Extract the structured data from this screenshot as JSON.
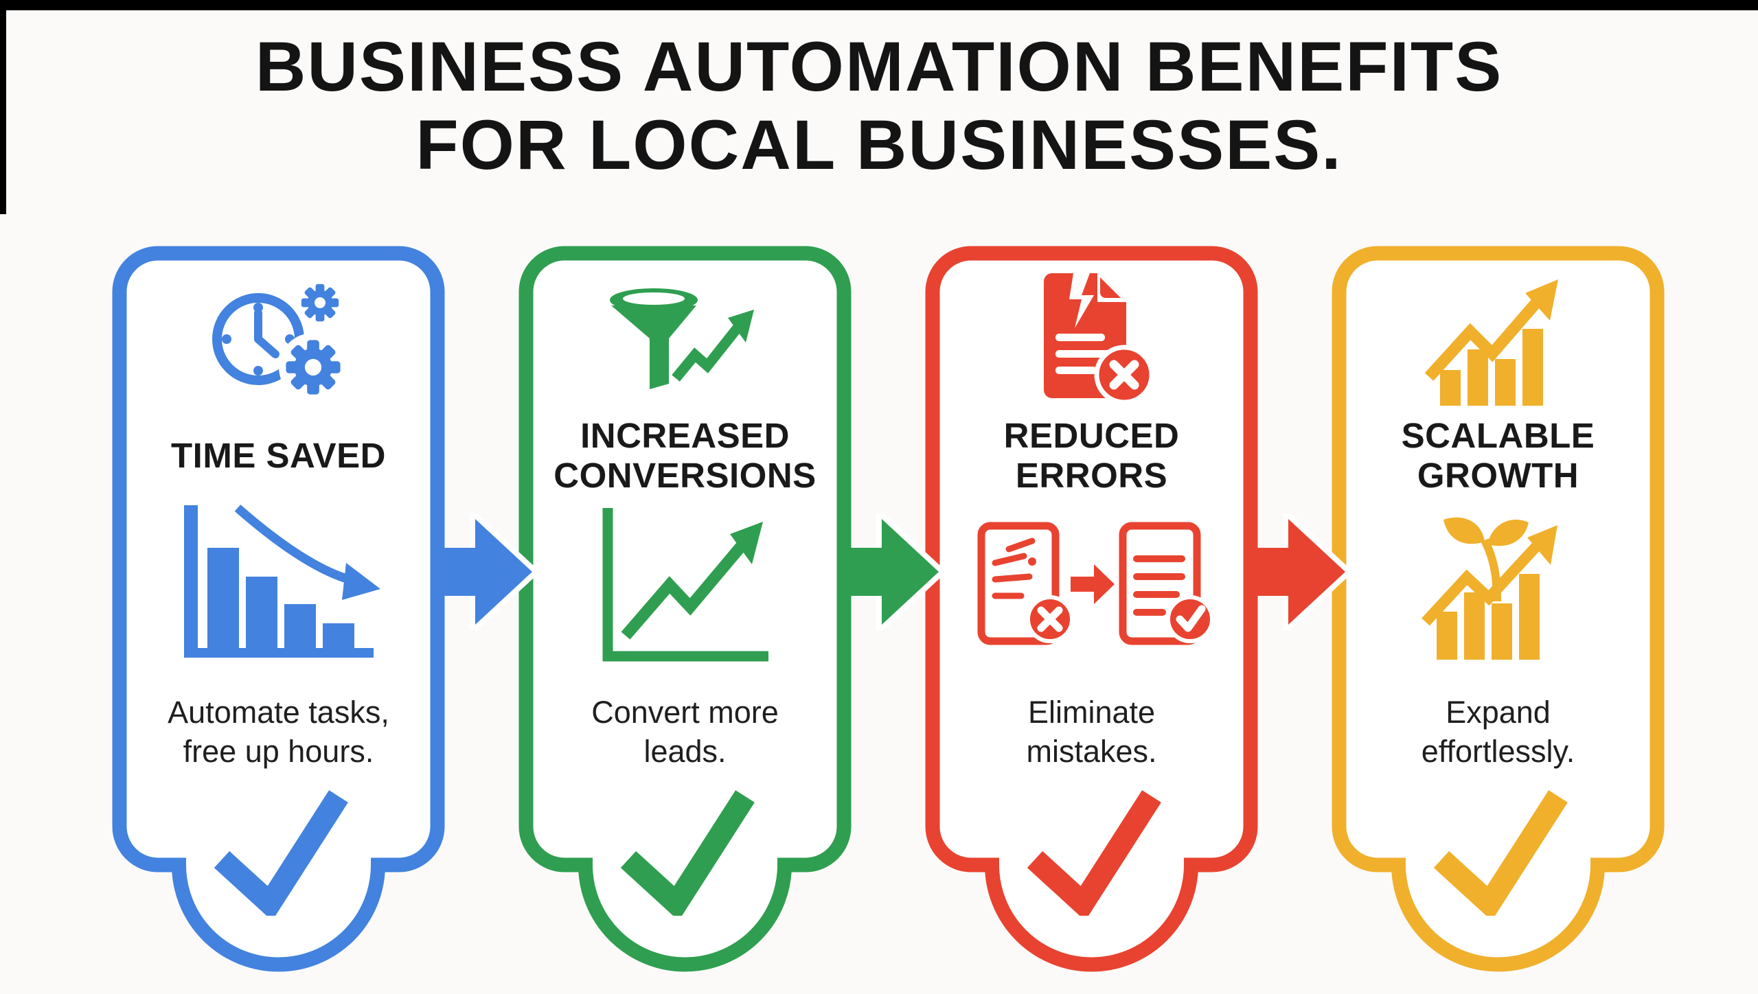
{
  "page": {
    "background_color": "#FBFAF9",
    "letterbox_color": "#000000"
  },
  "title": {
    "line1": "BUSINESS AUTOMATION BENEFITS",
    "line2": "FOR LOCAL BUSINESSES.",
    "color": "#141414"
  },
  "cards": [
    {
      "id": "time-saved",
      "accent_color": "#4382DE",
      "title_line1": "TIME SAVED",
      "title_line2": "",
      "top_icon": "clock-and-gears-icon",
      "mid_icon": "declining-bars-chart-icon",
      "body_line1": "Automate tasks,",
      "body_line2": "free up hours.",
      "footer_icon": "checkmark-icon"
    },
    {
      "id": "increased-conversions",
      "accent_color": "#2F9E50",
      "title_line1": "INCREASED",
      "title_line2": "CONVERSIONS",
      "top_icon": "funnel-growth-icon",
      "mid_icon": "rising-line-chart-icon",
      "body_line1": "Convert more",
      "body_line2": "leads.",
      "footer_icon": "checkmark-icon"
    },
    {
      "id": "reduced-errors",
      "accent_color": "#E84330",
      "title_line1": "REDUCED",
      "title_line2": "ERRORS",
      "top_icon": "error-document-icon",
      "mid_icon": "document-correction-icon",
      "body_line1": "Eliminate",
      "body_line2": "mistakes.",
      "footer_icon": "checkmark-icon"
    },
    {
      "id": "scalable-growth",
      "accent_color": "#F0B02C",
      "title_line1": "SCALABLE",
      "title_line2": "GROWTH",
      "top_icon": "growth-bars-arrow-icon",
      "mid_icon": "sprout-growth-chart-icon",
      "body_line1": "Expand",
      "body_line2": "effortlessly.",
      "footer_icon": "checkmark-icon"
    }
  ],
  "connectors": [
    {
      "from": "time-saved",
      "to": "increased-conversions",
      "color": "#4382DE"
    },
    {
      "from": "increased-conversions",
      "to": "reduced-errors",
      "color": "#2F9E50"
    },
    {
      "from": "reduced-errors",
      "to": "scalable-growth",
      "color": "#E84330"
    }
  ]
}
